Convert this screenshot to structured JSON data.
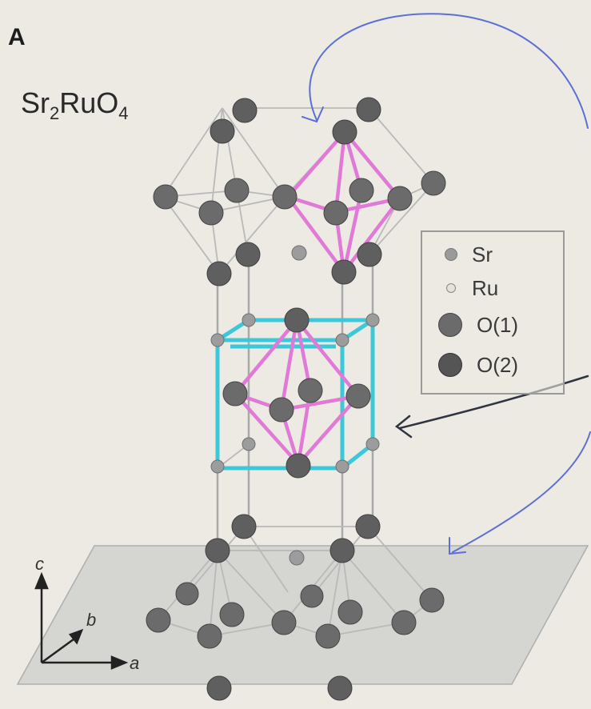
{
  "figure": {
    "panel_label": "A",
    "formula": {
      "parts": [
        "Sr",
        "2",
        "RuO",
        "4"
      ]
    }
  },
  "legend": {
    "items": [
      {
        "label": "Sr",
        "color": "#9a9a9a",
        "size": "small"
      },
      {
        "label": "Ru",
        "color": "#e4e2da",
        "size": "tiny"
      },
      {
        "label": "O(1)",
        "color": "#6b6b6b",
        "size": "large"
      },
      {
        "label": "O(2)",
        "color": "#555555",
        "size": "large"
      }
    ]
  },
  "axes": {
    "c": "c",
    "b": "b",
    "a": "a"
  },
  "colors": {
    "atom_dark": "#5f5f5f",
    "atom_light": "#9c9c9c",
    "bond": "#bdbdbd",
    "octahedron_highlight": "#e07ad6",
    "unit_cell_highlight": "#3cc8d8",
    "annotation_arrow": "#5b6fd6",
    "plane": "#d6d6d4"
  }
}
